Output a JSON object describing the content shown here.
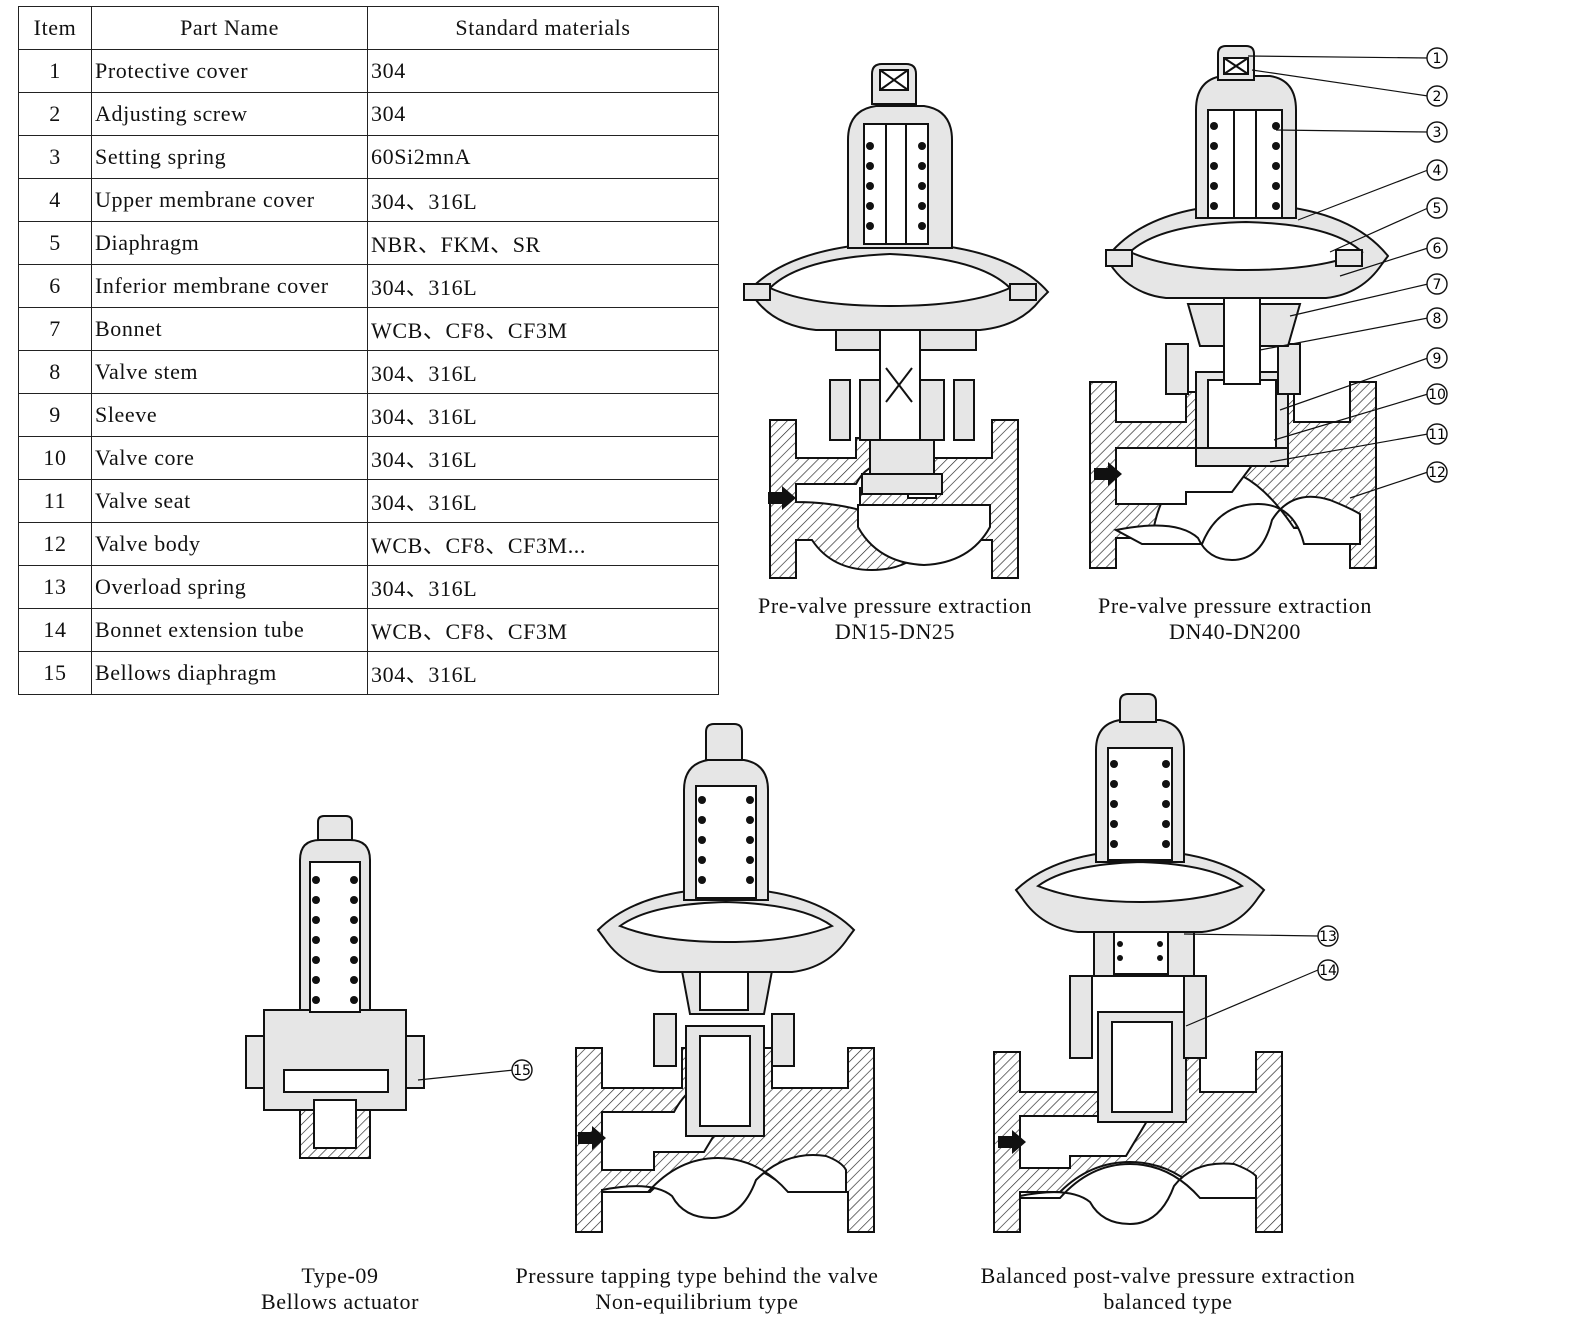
{
  "parts_table": {
    "headers": [
      "Item",
      "Part Name",
      "Standard materials"
    ],
    "rows": [
      {
        "item": "1",
        "name": "Protective cover",
        "material": "304"
      },
      {
        "item": "2",
        "name": "Adjusting screw",
        "material": "304"
      },
      {
        "item": "3",
        "name": "Setting spring",
        "material": "60Si2mnA"
      },
      {
        "item": "4",
        "name": "Upper membrane cover",
        "material": "304、316L"
      },
      {
        "item": "5",
        "name": "Diaphragm",
        "material": "NBR、FKM、SR"
      },
      {
        "item": "6",
        "name": "Inferior membrane cover",
        "material": "304、316L"
      },
      {
        "item": "7",
        "name": "Bonnet",
        "material": "WCB、CF8、CF3M"
      },
      {
        "item": "8",
        "name": "Valve stem",
        "material": "304、316L"
      },
      {
        "item": "9",
        "name": "Sleeve",
        "material": "304、316L"
      },
      {
        "item": "10",
        "name": "Valve core",
        "material": "304、316L"
      },
      {
        "item": "11",
        "name": "Valve seat",
        "material": "304、316L"
      },
      {
        "item": "12",
        "name": "Valve body",
        "material": "WCB、CF8、CF3M..."
      },
      {
        "item": "13",
        "name": "Overload spring",
        "material": "304、316L"
      },
      {
        "item": "14",
        "name": "Bonnet extension tube",
        "material": "WCB、CF8、CF3M"
      },
      {
        "item": "15",
        "name": "Bellows diaphragm",
        "material": "304、316L"
      }
    ]
  },
  "diagrams": [
    {
      "line1": "Pre-valve pressure extraction",
      "line2": "DN15-DN25"
    },
    {
      "line1": "Pre-valve pressure extraction",
      "line2": "DN40-DN200"
    },
    {
      "line1": "Type-09",
      "line2": "Bellows actuator"
    },
    {
      "line1": "Pressure tapping type behind the valve",
      "line2": "Non-equilibrium type"
    },
    {
      "line1": "Balanced post-valve pressure extraction",
      "line2": "balanced type"
    }
  ],
  "callouts": [
    "1",
    "2",
    "3",
    "4",
    "5",
    "6",
    "7",
    "8",
    "9",
    "10",
    "11",
    "12",
    "13",
    "14",
    "15"
  ]
}
